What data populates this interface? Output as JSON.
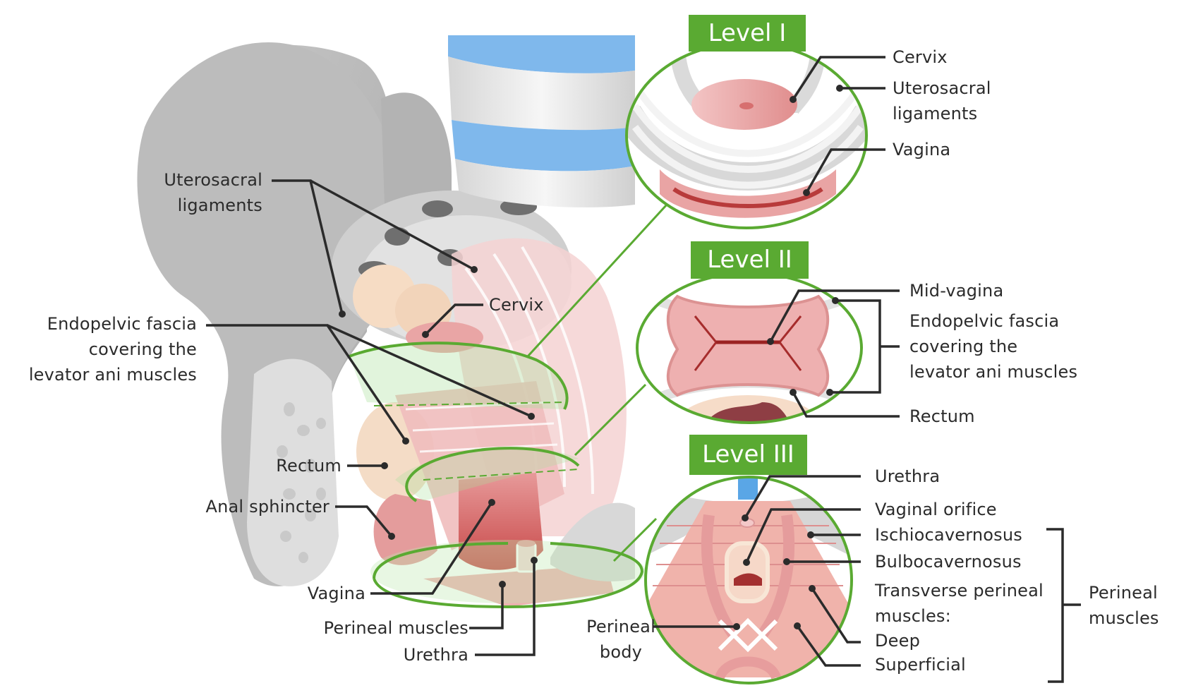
{
  "colors": {
    "accent_green": "#5aaa32",
    "leader_line": "#2b2b2b",
    "bone_gray": "#b9b9b9",
    "muscle_pink": "#e8a0a0",
    "disc_blue": "#7fb8ec"
  },
  "levels": {
    "level1": {
      "title": "Level I",
      "labels": [
        "Cervix",
        "Uterosacral",
        "ligaments",
        "Vagina"
      ]
    },
    "level2": {
      "title": "Level II",
      "labels": [
        "Mid-vagina",
        "Endopelvic fascia",
        "covering the",
        "levator ani muscles",
        "Rectum"
      ]
    },
    "level3": {
      "title": "Level III",
      "labels": [
        "Urethra",
        "Vaginal orifice",
        "Ischiocavernosus",
        "Bulbocavernosus",
        "Transverse perineal",
        "muscles:",
        "Deep",
        "Superficial"
      ],
      "left_labels": [
        "Perineal",
        "body"
      ],
      "group_label": [
        "Perineal",
        "muscles"
      ]
    }
  },
  "main": {
    "labels": {
      "uterosacral": [
        "Uterosacral",
        "ligaments"
      ],
      "endopelvic": [
        "Endopelvic fascia",
        "covering the",
        "levator ani muscles"
      ],
      "cervix": "Cervix",
      "rectum": "Rectum",
      "anal_sphincter": "Anal sphincter",
      "vagina": "Vagina",
      "perineal_muscles": "Perineal muscles",
      "urethra": "Urethra"
    }
  }
}
